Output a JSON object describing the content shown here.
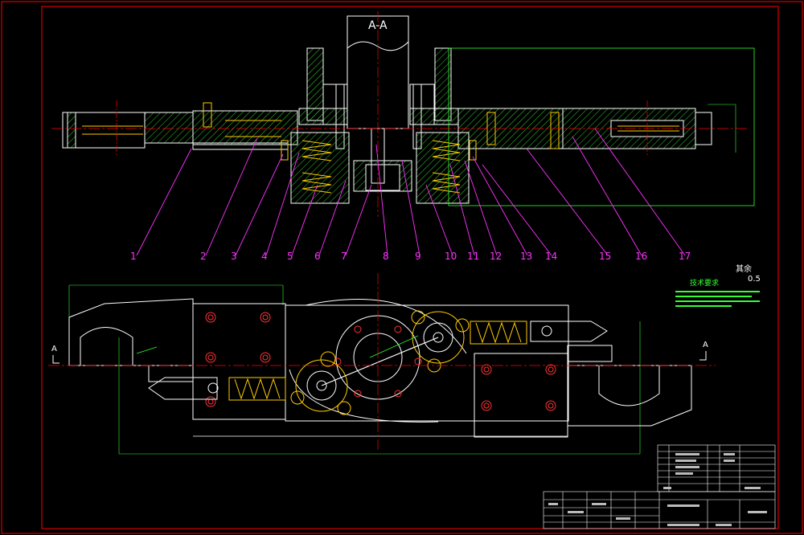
{
  "section_title": "A-A",
  "callouts": [
    "1",
    "2",
    "3",
    "4",
    "5",
    "6",
    "7",
    "8",
    "9",
    "10",
    "11",
    "12",
    "13",
    "14",
    "15",
    "16",
    "17"
  ],
  "section_marks": [
    "A",
    "A"
  ],
  "roughness_label": "其余",
  "roughness_value": "0.5",
  "tech_req_title": "技术要求",
  "colors": {
    "background": "#000000",
    "frame": "#ff0000",
    "outline": "#ffffff",
    "hatch": "#33cc33",
    "dimension": "#33ff33",
    "leader": "#ff33ff",
    "centerline": "#ff0000",
    "spring": "#ffcc00",
    "title_block": "#ffffff"
  }
}
